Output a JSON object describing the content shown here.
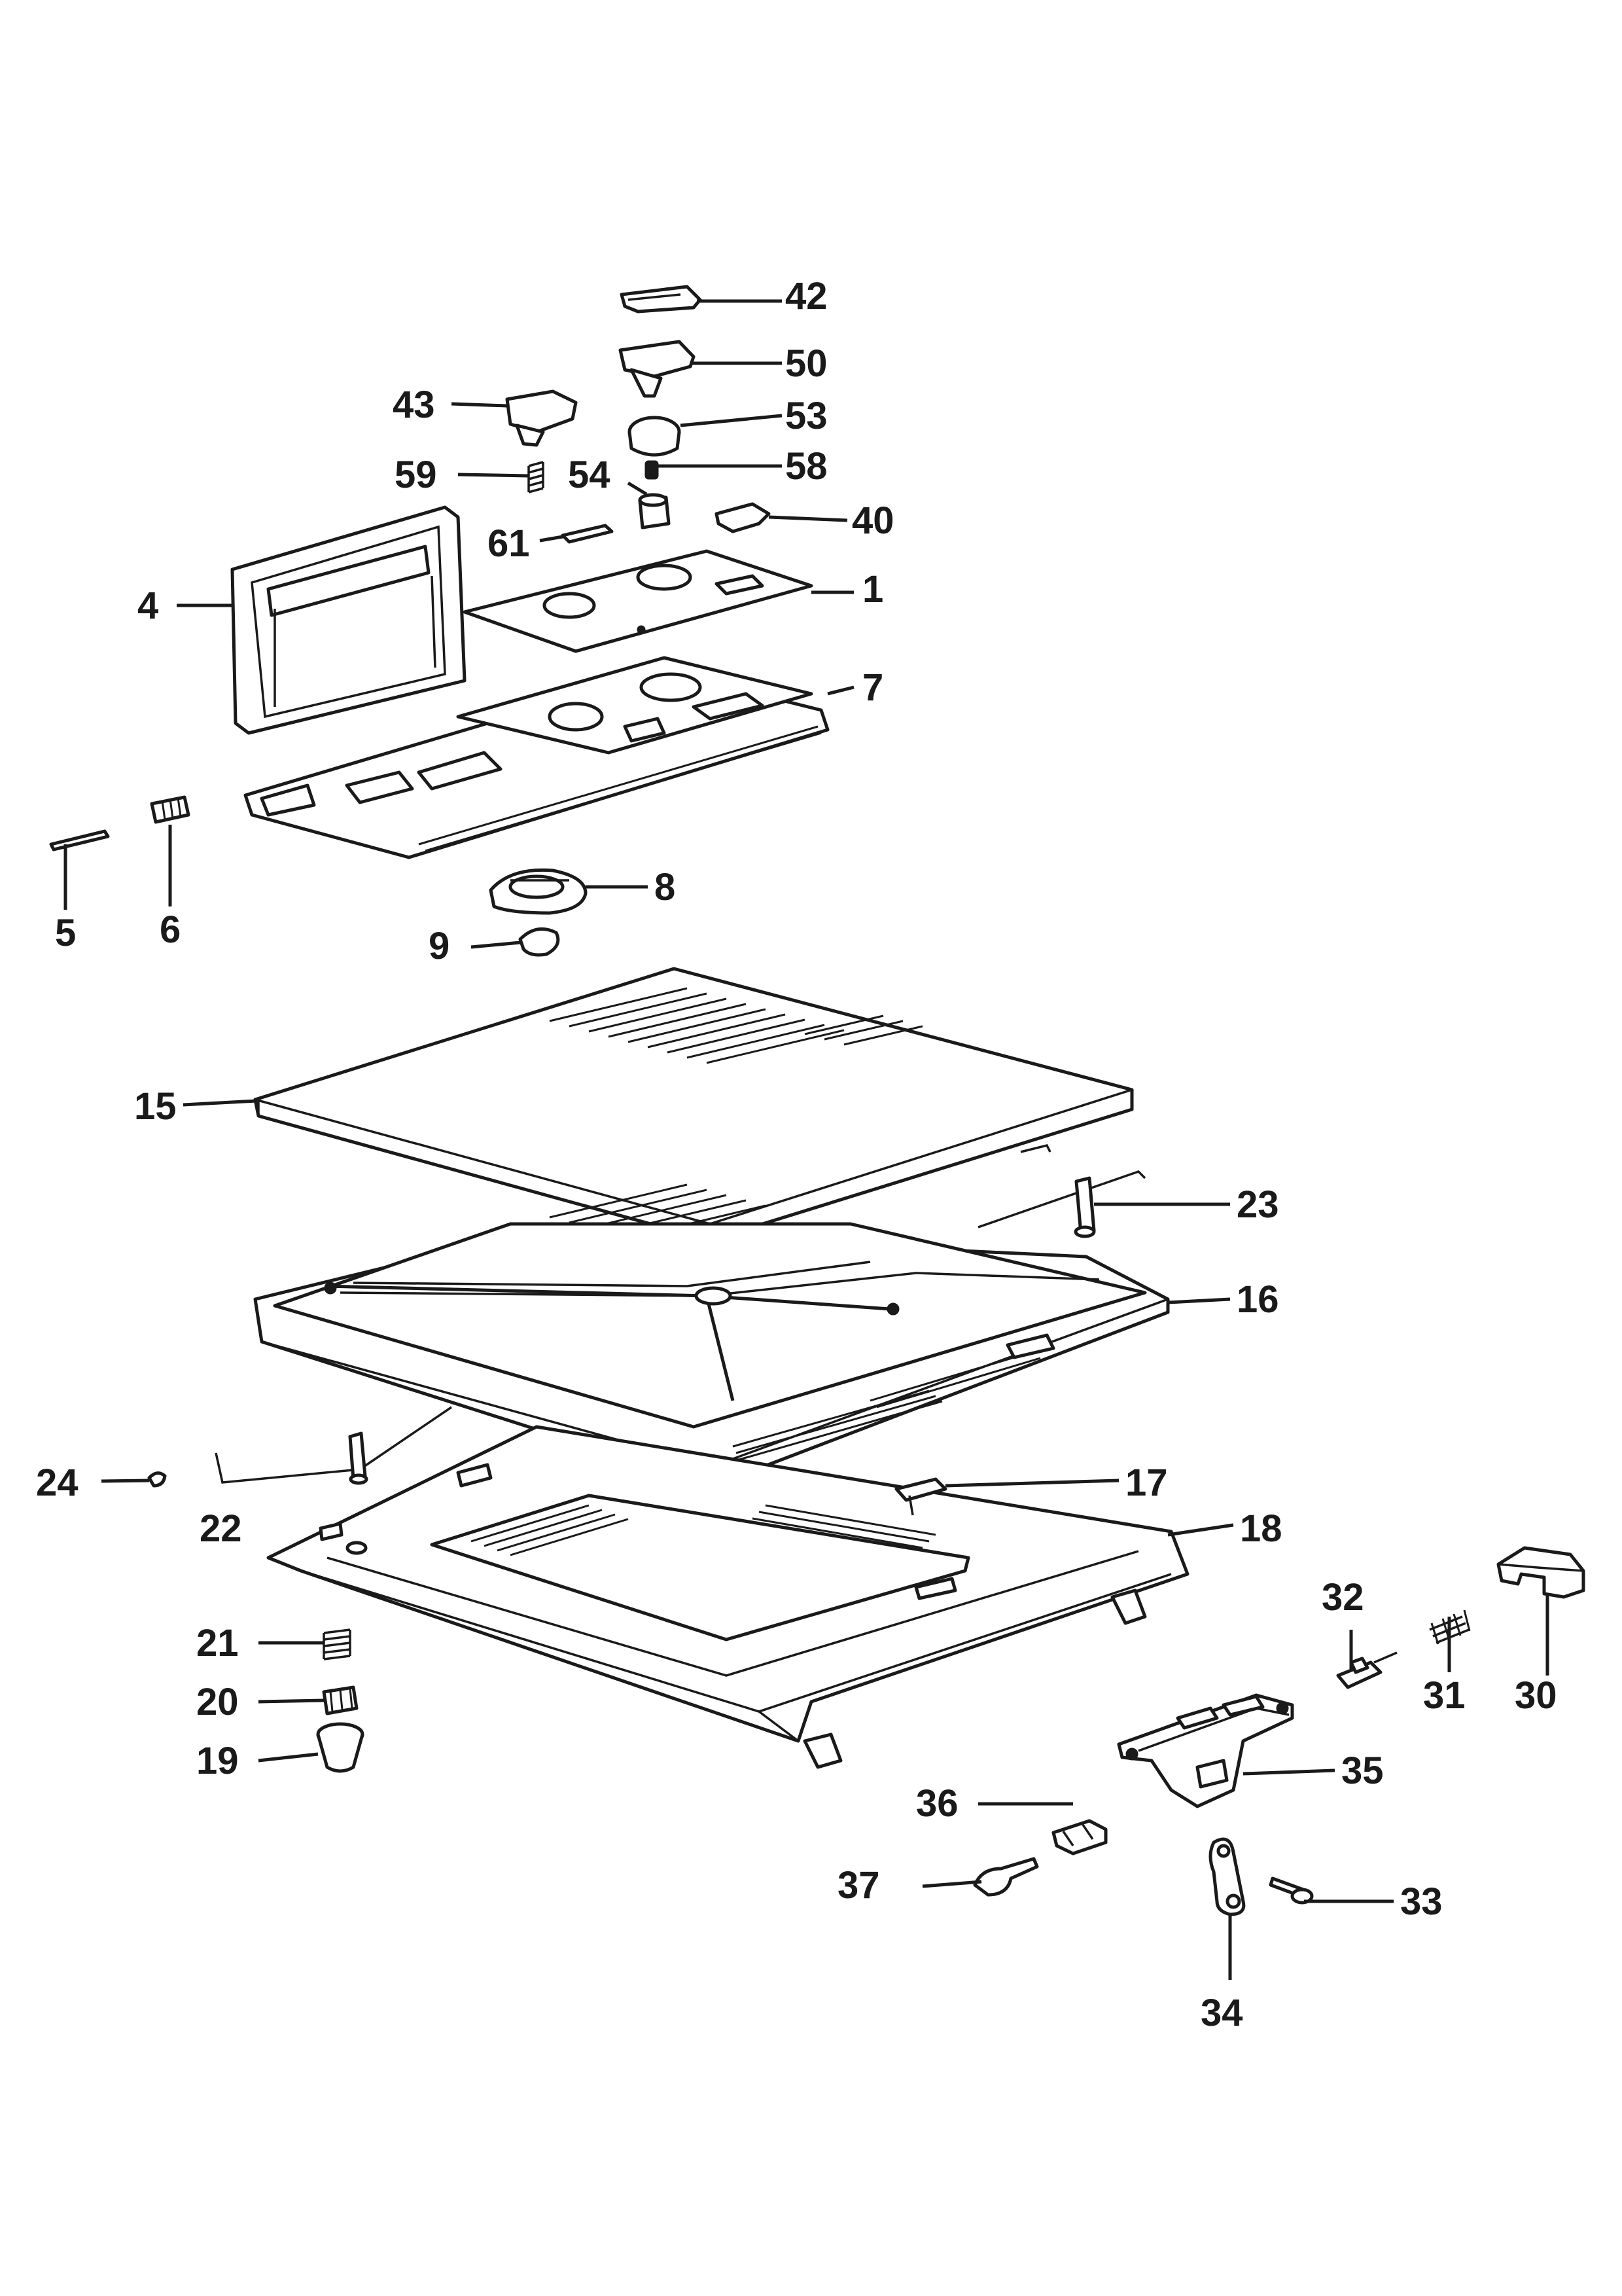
{
  "diagram": {
    "labels": {
      "p1": "1",
      "p4": "4",
      "p5": "5",
      "p6": "6",
      "p7": "7",
      "p8": "8",
      "p9": "9",
      "p15": "15",
      "p16": "16",
      "p17": "17",
      "p18": "18",
      "p19": "19",
      "p20": "20",
      "p21": "21",
      "p22": "22",
      "p23": "23",
      "p24": "24",
      "p30": "30",
      "p31": "31",
      "p32": "32",
      "p33": "33",
      "p34": "34",
      "p35": "35",
      "p36": "36",
      "p37": "37",
      "p40": "40",
      "p42": "42",
      "p43": "43",
      "p50": "50",
      "p53": "53",
      "p54": "54",
      "p58": "58",
      "p59": "59",
      "p61": "61"
    }
  }
}
